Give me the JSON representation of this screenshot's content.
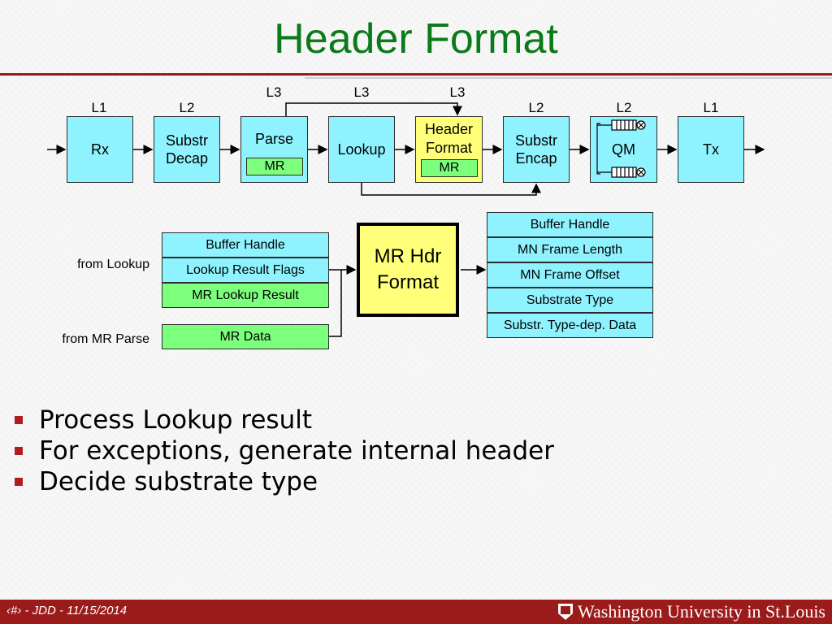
{
  "slide": {
    "title": "Header Format"
  },
  "pipeline": {
    "blocks": [
      {
        "id": "rx",
        "level": "L1",
        "label": "Rx"
      },
      {
        "id": "decap",
        "level": "L2",
        "label_line1": "Substr",
        "label_line2": "Decap"
      },
      {
        "id": "parse",
        "level": "L3",
        "label": "Parse",
        "sub": "MR"
      },
      {
        "id": "lookup",
        "level": "L3",
        "label": "Lookup"
      },
      {
        "id": "hdrfmt",
        "level": "L3",
        "label_line1": "Header",
        "label_line2": "Format",
        "sub": "MR"
      },
      {
        "id": "encap",
        "level": "L2",
        "label_line1": "Substr",
        "label_line2": "Encap"
      },
      {
        "id": "qm",
        "level": "L2",
        "label": "QM"
      },
      {
        "id": "tx",
        "level": "L1",
        "label": "Tx"
      }
    ]
  },
  "inputs": {
    "from_lookup_label": "from Lookup",
    "from_mr_parse_label": "from MR Parse",
    "lookup_fields": [
      "Buffer Handle",
      "Lookup Result Flags",
      "MR Lookup Result"
    ],
    "parse_fields": [
      "MR Data"
    ]
  },
  "center": {
    "line1": "MR Hdr",
    "line2": "Format"
  },
  "outputs": {
    "fields": [
      "Buffer Handle",
      "MN Frame Length",
      "MN Frame Offset",
      "Substrate Type",
      "Substr. Type-dep. Data"
    ]
  },
  "bullets": [
    "Process Lookup result",
    "For exceptions, generate internal header",
    "Decide substrate type"
  ],
  "footer": {
    "left": "‹#› - JDD - 11/15/2014",
    "right": "Washington University in St.Louis"
  },
  "colors": {
    "title_green": "#0b7a1a",
    "accent_red": "#9b1b1b",
    "cyan_box": "#8ff3ff",
    "yellow_box": "#ffff7a",
    "green_box": "#7cff7c"
  }
}
